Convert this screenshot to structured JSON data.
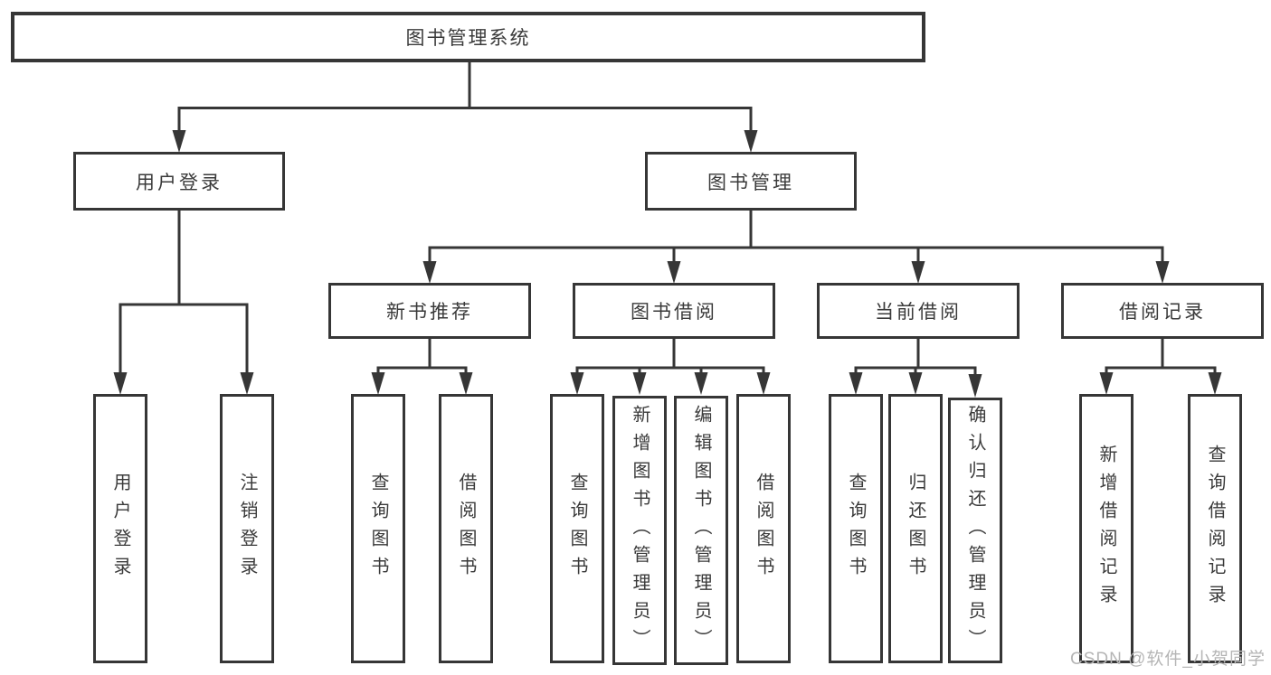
{
  "chart": {
    "root": {
      "label": "图书管理系统"
    },
    "groups": [
      {
        "parent": "用户登录",
        "children": [
          "用户登录",
          "注销登录"
        ]
      },
      {
        "parent": "图书管理",
        "subgroups": [
          {
            "parent": "新书推荐",
            "children": [
              "查询图书",
              "借阅图书"
            ]
          },
          {
            "parent": "图书借阅",
            "children": [
              "查询图书",
              "新增图书（管理员）",
              "编辑图书（管理员）",
              "借阅图书"
            ]
          },
          {
            "parent": "当前借阅",
            "children": [
              "查询图书",
              "归还图书",
              "确认归还（管理员）"
            ]
          },
          {
            "parent": "借阅记录",
            "children": [
              "新增借阅记录",
              "查询借阅记录"
            ]
          }
        ]
      }
    ]
  },
  "watermark": {
    "text": "CSDN @软件_小贺同学"
  },
  "colors": {
    "line": "#363636",
    "text": "#3a3a3a",
    "watermark": "#b5b5b5",
    "background": "#ffffff"
  }
}
